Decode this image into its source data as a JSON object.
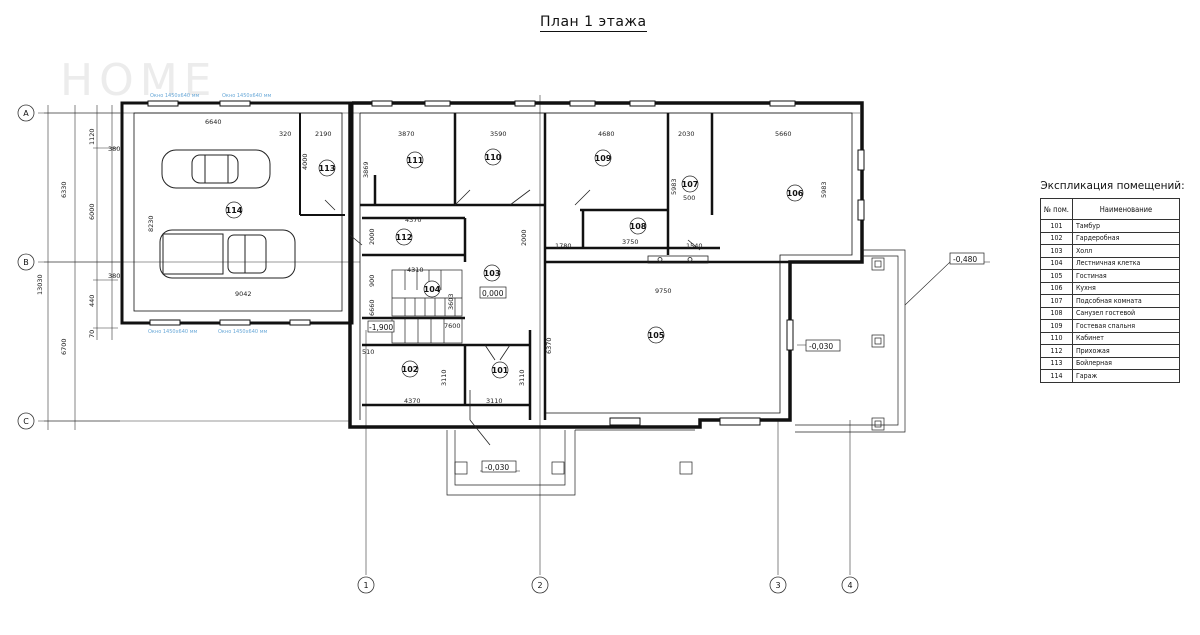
{
  "title": "План 1 этажа",
  "watermark": "HOME",
  "axes": {
    "a": "A",
    "b": "B",
    "c": "C",
    "n1": "1",
    "n2": "2",
    "n3": "3",
    "n4": "4"
  },
  "rooms": {
    "r101": "101",
    "r102": "102",
    "r103": "103",
    "r104": "104",
    "r105": "105",
    "r106": "106",
    "r107": "107",
    "r108": "108",
    "r109": "109",
    "r110": "110",
    "r111": "111",
    "r112": "112",
    "r113": "113",
    "r114": "114"
  },
  "levels": {
    "hall": "0,000",
    "stair": "-1,900",
    "porch_right": "-0,480",
    "terrace": "-0,030",
    "entry": "-0,030"
  },
  "dims": {
    "d6640": "6640",
    "d320": "320",
    "d2190": "2190",
    "d3870": "3870",
    "d3590": "3590",
    "d4680": "4680",
    "d2030": "2030",
    "d5660": "5660",
    "d1120": "1120",
    "d380a": "380",
    "d6330": "6330",
    "d6000": "6000",
    "d8230": "8230",
    "d13030": "13030",
    "d380b": "380",
    "d440": "440",
    "d70": "70",
    "d6700": "6700",
    "d9042": "9042",
    "d4000": "4000",
    "d3869": "3869",
    "d4370a": "4370",
    "d2000a": "2000",
    "d2000b": "2000",
    "d1780": "1780",
    "d3750": "3750",
    "d1540": "1540",
    "d5983a": "5983",
    "d500": "500",
    "d5983b": "5983",
    "d4310": "4310",
    "d3603": "3603",
    "d9750": "9750",
    "d6370": "6370",
    "d7600": "7600",
    "d6660": "6660",
    "d900": "900",
    "d510": "510",
    "d3110a": "3110",
    "d3110b": "3110",
    "d4370b": "4370",
    "d3110c": "3110"
  },
  "window_notes": {
    "w1": "Окно 1450х640 мм",
    "w2": "Окно 1450х640 мм",
    "w3": "Окно 1450х640 мм",
    "w4": "Окно 1450х640 мм"
  },
  "legend": {
    "title": "Экспликация помещений:",
    "col_num": "№ пом.",
    "col_name": "Наименование",
    "rows": [
      {
        "num": "101",
        "name": "Тамбур"
      },
      {
        "num": "102",
        "name": "Гардеробная"
      },
      {
        "num": "103",
        "name": "Холл"
      },
      {
        "num": "104",
        "name": "Лестничная клетка"
      },
      {
        "num": "105",
        "name": "Гостиная"
      },
      {
        "num": "106",
        "name": "Кухня"
      },
      {
        "num": "107",
        "name": "Подсобная комната"
      },
      {
        "num": "108",
        "name": "Санузел гостевой"
      },
      {
        "num": "109",
        "name": "Гостевая спальня"
      },
      {
        "num": "110",
        "name": "Кабинет"
      },
      {
        "num": "112",
        "name": "Прихожая"
      },
      {
        "num": "113",
        "name": "Бойлерная"
      },
      {
        "num": "114",
        "name": "Гараж"
      }
    ]
  },
  "colors": {
    "line": "#111111",
    "dim": "#222222",
    "note": "#6aa9d8",
    "watermark": "#e6e6e6"
  }
}
